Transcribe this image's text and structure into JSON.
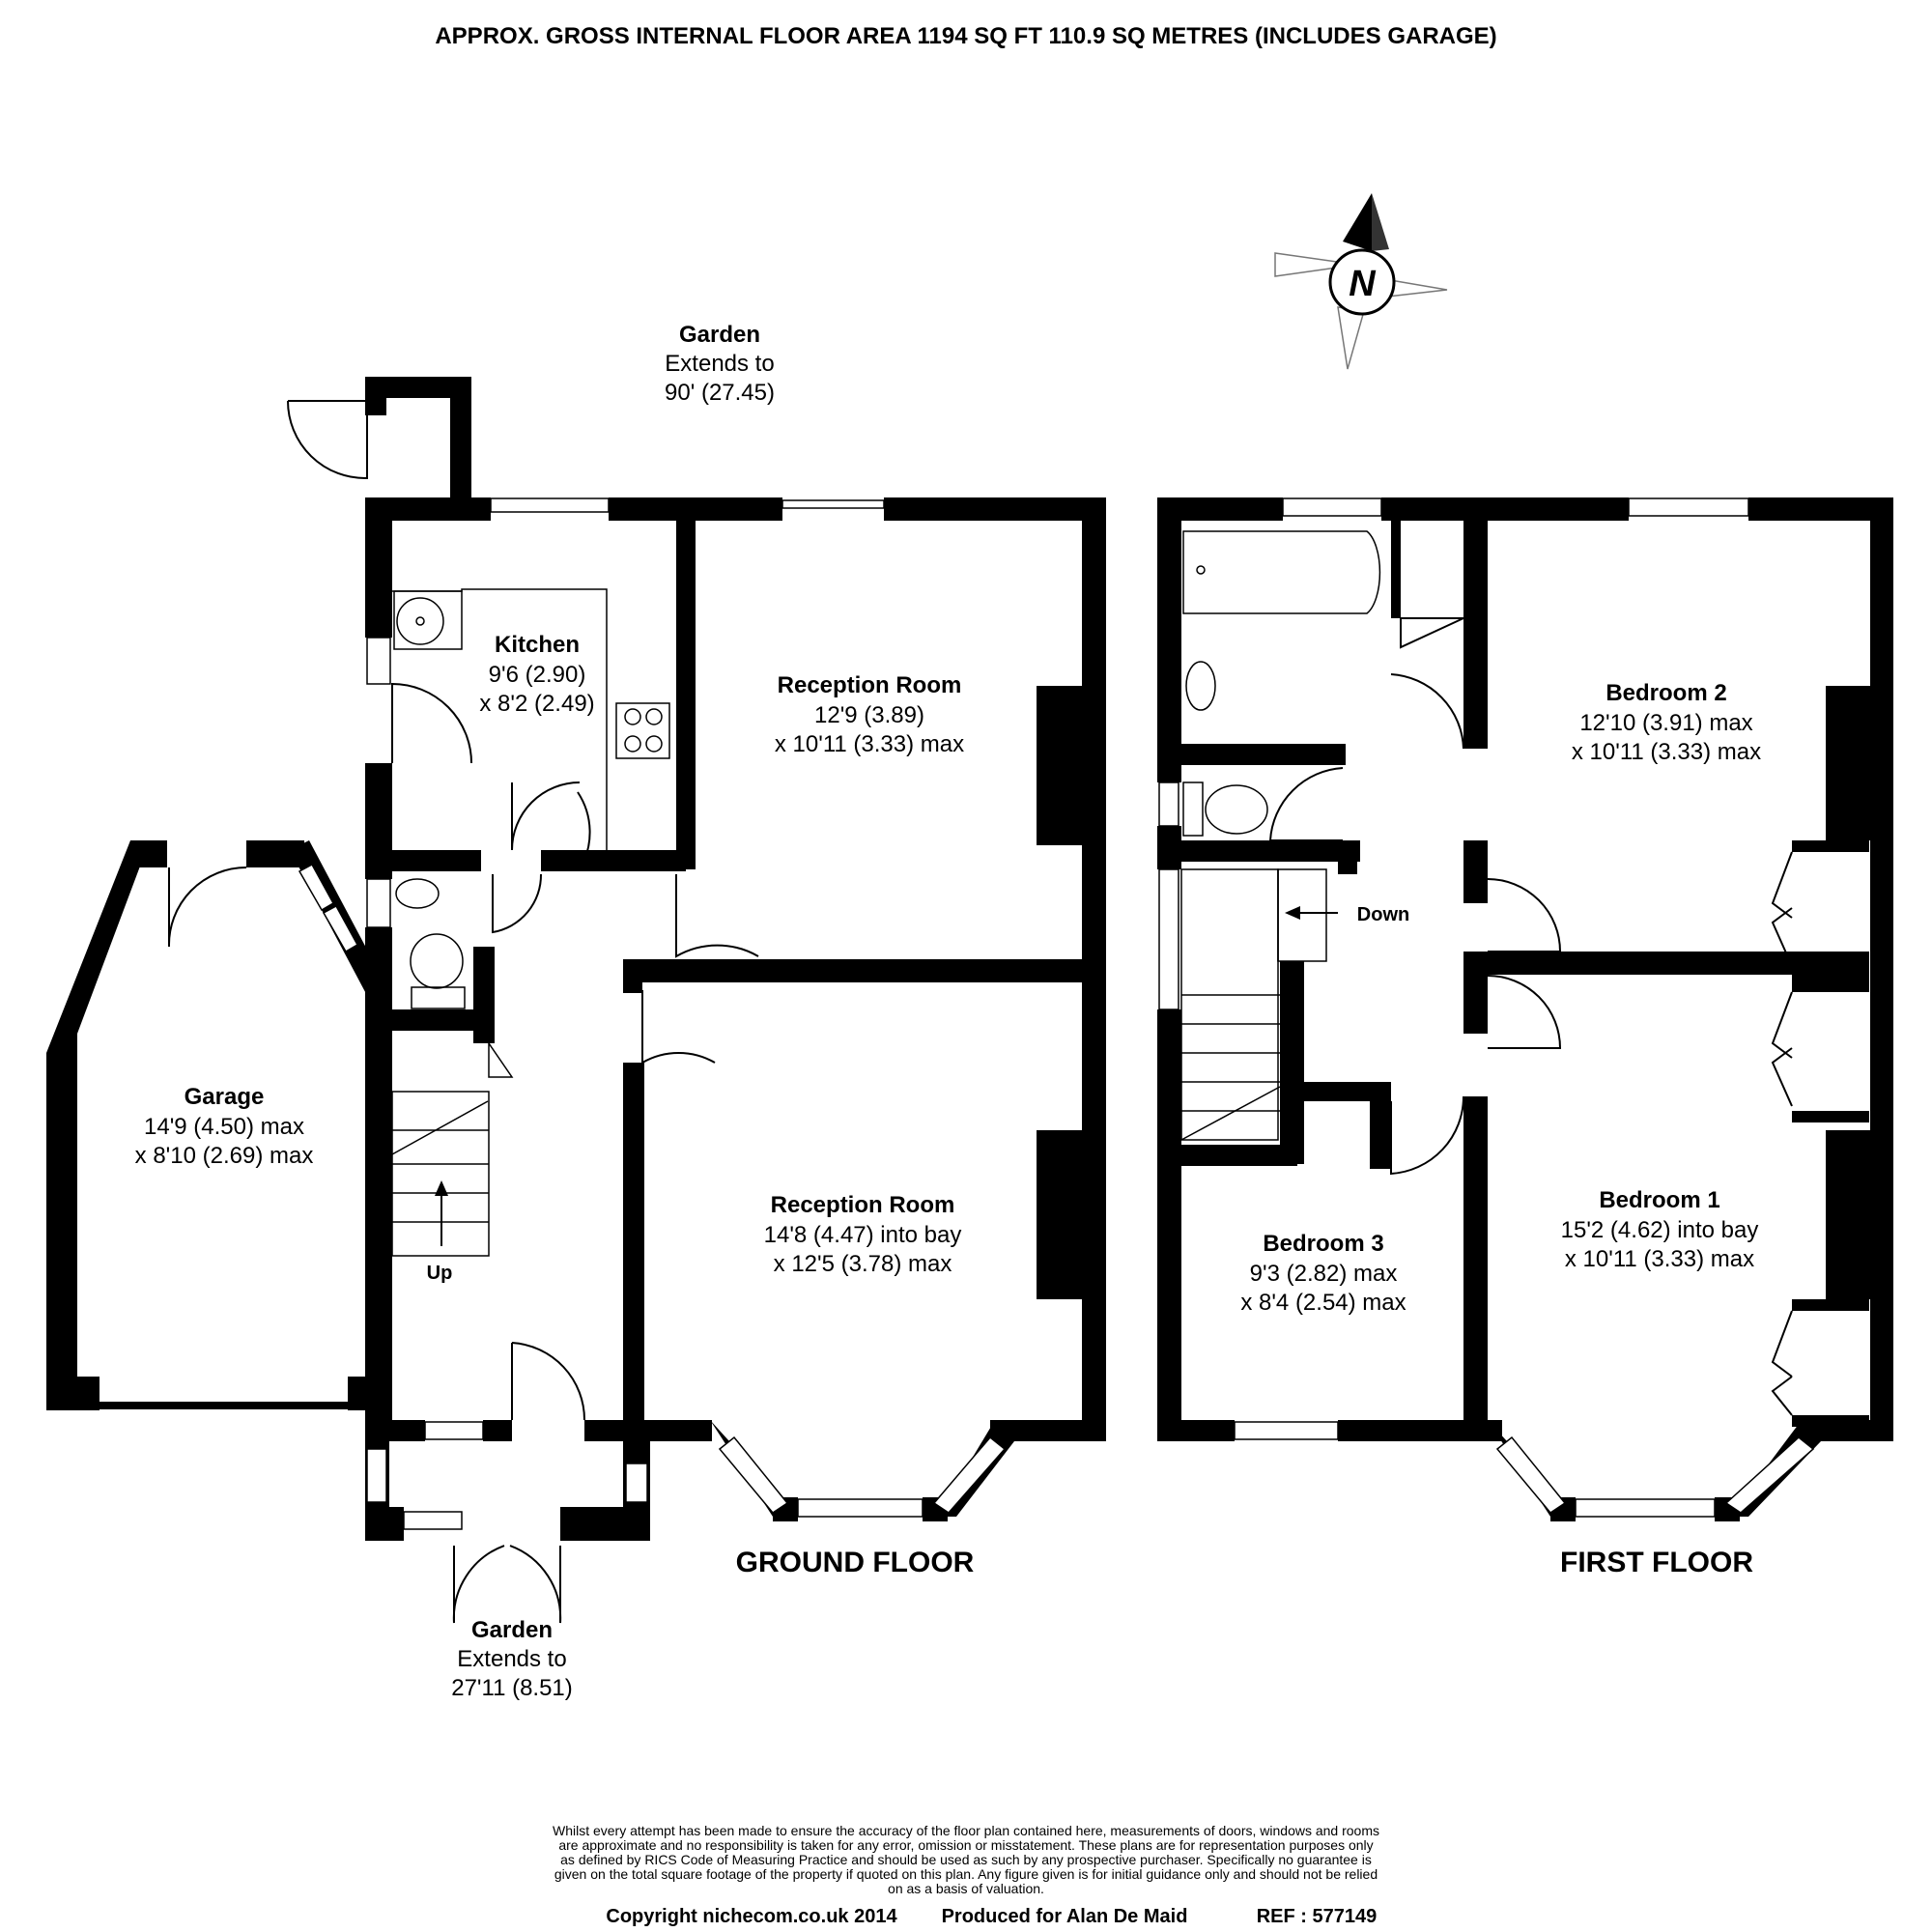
{
  "header": {
    "title": "APPROX. GROSS INTERNAL FLOOR AREA 1194 SQ FT 110.9 SQ METRES (INCLUDES GARAGE)"
  },
  "compass": {
    "letter": "N"
  },
  "garden_rear": {
    "name": "Garden",
    "line1": "Extends to",
    "line2": "90' (27.45)"
  },
  "garden_front": {
    "name": "Garden",
    "line1": "Extends to",
    "line2": "27'11 (8.51)"
  },
  "ground_floor": {
    "label": "GROUND FLOOR",
    "kitchen": {
      "name": "Kitchen",
      "dim1": "9'6 (2.90)",
      "dim2": "x 8'2 (2.49)"
    },
    "reception_rear": {
      "name": "Reception Room",
      "dim1": "12'9 (3.89)",
      "dim2": "x 10'11 (3.33) max"
    },
    "reception_front": {
      "name": "Reception Room",
      "dim1": "14'8 (4.47) into bay",
      "dim2": "x 12'5 (3.78) max"
    },
    "garage": {
      "name": "Garage",
      "dim1": "14'9 (4.50) max",
      "dim2": "x 8'10 (2.69) max"
    },
    "stairs_label": "Up"
  },
  "first_floor": {
    "label": "FIRST FLOOR",
    "bedroom1": {
      "name": "Bedroom 1",
      "dim1": "15'2 (4.62) into bay",
      "dim2": "x 10'11 (3.33) max"
    },
    "bedroom2": {
      "name": "Bedroom 2",
      "dim1": "12'10 (3.91) max",
      "dim2": "x 10'11 (3.33) max"
    },
    "bedroom3": {
      "name": "Bedroom 3",
      "dim1": "9'3 (2.82) max",
      "dim2": "x 8'4 (2.54) max"
    },
    "stairs_label": "Down"
  },
  "disclaimer": [
    "Whilst every attempt has been made to ensure the accuracy of the floor plan contained here, measurements of doors, windows and rooms",
    "are approximate and no responsibility is taken for any error, omission or misstatement. These plans are for representation purposes only",
    "as defined by RICS Code of Measuring Practice and should be used as such by any prospective purchaser.  Specifically no guarantee is",
    "given on the total square footage of the property if quoted on this plan. Any figure given is for initial guidance only and should not be relied",
    "on as a basis of valuation."
  ],
  "footer": {
    "copyright": "Copyright nichecom.co.uk 2014",
    "produced_for": "Produced for Alan De Maid",
    "ref": "REF :  577149"
  }
}
